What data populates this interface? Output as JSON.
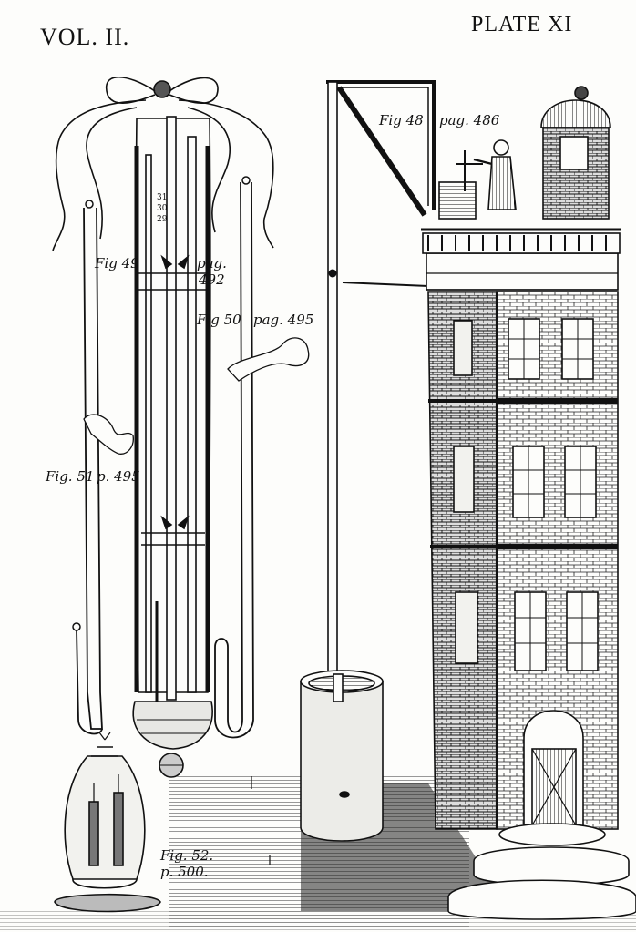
{
  "plate": {
    "volume_label": "VOL. II.",
    "plate_label": "PLATE XI"
  },
  "figures": {
    "fig48": "Fig 48",
    "fig48_page": "pag. 486",
    "fig49": "Fig 49",
    "fig49_page_a": "pag.",
    "fig49_page_b": "492",
    "fig50": "Fig 50",
    "fig50_page": "pag. 495",
    "fig51": "Fig. 51",
    "fig51_page": "p. 495",
    "fig52": "Fig. 52.",
    "fig52_page": "p. 500."
  },
  "barometer_scale": [
    "31",
    "30",
    "29"
  ],
  "colors": {
    "ink": "#111111",
    "paper": "#fdfdfb"
  }
}
